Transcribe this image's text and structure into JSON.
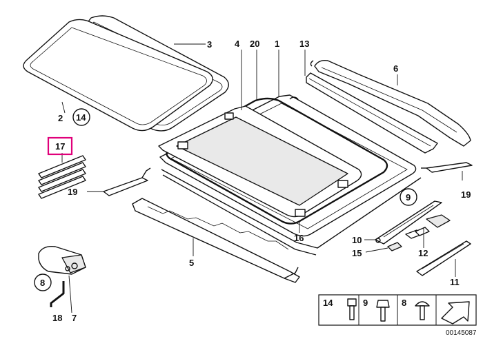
{
  "diagram": {
    "callouts": {
      "c1": "1",
      "c2": "2",
      "c3": "3",
      "c4": "4",
      "c5": "5",
      "c6": "6",
      "c7": "7",
      "c8": "8",
      "c9": "9",
      "c10": "10",
      "c11": "11",
      "c12": "12",
      "c13": "13",
      "c14": "14",
      "c15": "15",
      "c16": "16",
      "c17": "17",
      "c18": "18",
      "c19a": "19",
      "c19b": "19",
      "c20": "20"
    },
    "circled": {
      "c14": "14",
      "c9": "9",
      "c8": "8"
    },
    "highlight_color": "#e0007a",
    "legend": {
      "screw14": "14",
      "screw9": "9",
      "screw8": "8"
    },
    "ref_number": "00145087"
  }
}
